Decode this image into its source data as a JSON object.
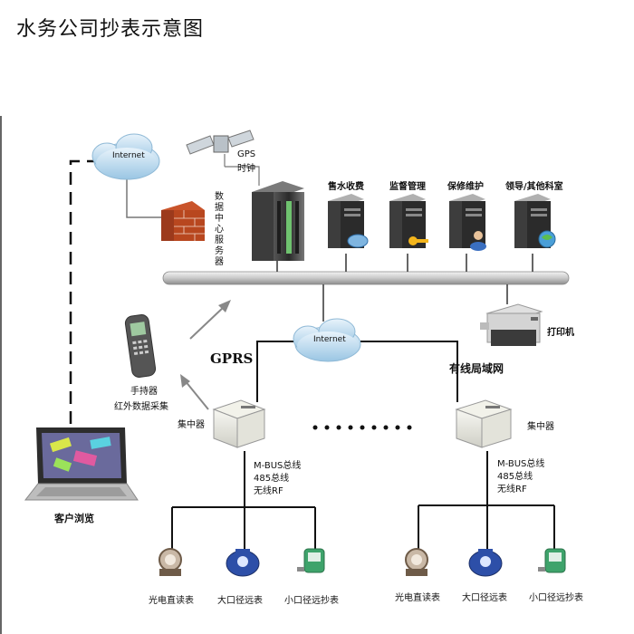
{
  "page": {
    "title": "水务公司抄表示意图"
  },
  "cloud_top": {
    "label": "Internet"
  },
  "cloud_mid": {
    "label": "Internet"
  },
  "gps": {
    "label_1": "GPS",
    "label_2": "时钟"
  },
  "data_center": {
    "label": "数据中心服务器"
  },
  "servers": [
    {
      "label": "售水收费"
    },
    {
      "label": "监督管理"
    },
    {
      "label": "保修维护"
    },
    {
      "label": "领导/其他科室"
    }
  ],
  "printer": {
    "label": "打印机"
  },
  "handheld": {
    "label": "手持器",
    "caption": "红外数据采集"
  },
  "gprs": {
    "label": "GPRS"
  },
  "lan": {
    "label": "有线局域网"
  },
  "concentrator_left": {
    "label": "集中器"
  },
  "concentrator_right": {
    "label": "集中器"
  },
  "bus_left": {
    "line1": "M-BUS总线",
    "line2": "485总线",
    "line3": "无线RF"
  },
  "bus_right": {
    "line1": "M-BUS总线",
    "line2": "485总线",
    "line3": "无线RF"
  },
  "meters_left": [
    {
      "label": "光电直读表"
    },
    {
      "label": "大口径远表"
    },
    {
      "label": "小口径远抄表"
    }
  ],
  "meters_right": [
    {
      "label": "光电直读表"
    },
    {
      "label": "大口径远表"
    },
    {
      "label": "小口径远抄表"
    }
  ],
  "client": {
    "label": "客户浏览"
  }
}
